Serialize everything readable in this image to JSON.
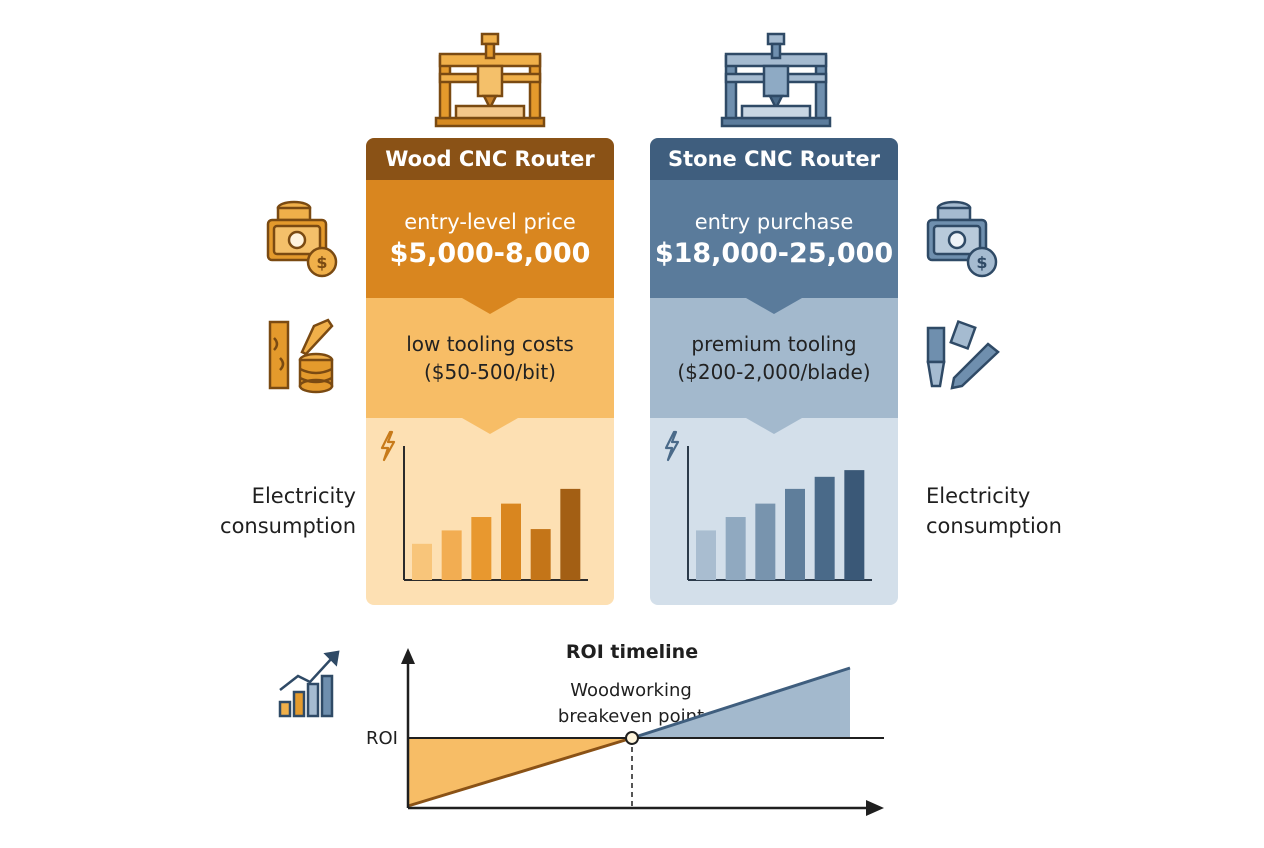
{
  "wood": {
    "title": "Wood CNC Router",
    "price_label": "entry-level price",
    "price_value": "$5,000-8,000",
    "tooling_line1": "low tooling costs",
    "tooling_line2": "($50-500/bit)",
    "electricity_label": "Electricity consumption",
    "colors": {
      "header": "#8a5216",
      "seg1": "#d9861f",
      "seg2": "#f7bd66",
      "seg3": "#fde0b3"
    }
  },
  "stone": {
    "title": "Stone CNC Router",
    "price_label": "entry purchase",
    "price_value": "$18,000-25,000",
    "tooling_line1": "premium tooling",
    "tooling_line2": "($200-2,000/blade)",
    "electricity_label": "Electricity consumption",
    "colors": {
      "header": "#3f5e7e",
      "seg1": "#5a7b9b",
      "seg2": "#a3b9cd",
      "seg3": "#d3dfea"
    }
  },
  "roi": {
    "title": "ROI timeline",
    "y_label": "ROI",
    "annotation_line1": "Woodworking",
    "annotation_line2": "breakeven point"
  },
  "chart_data": [
    {
      "type": "bar",
      "title": "",
      "xlabel": "",
      "ylabel": "",
      "series": [
        {
          "values": [
            0.27,
            0.37,
            0.47,
            0.57,
            0.38,
            0.68
          ]
        }
      ],
      "colors": [
        "#f8c57a",
        "#f2ad52",
        "#e8982f",
        "#d9861f",
        "#c47518",
        "#a35f14"
      ]
    },
    {
      "type": "bar",
      "title": "",
      "xlabel": "",
      "ylabel": "",
      "series": [
        {
          "values": [
            0.37,
            0.47,
            0.57,
            0.68,
            0.77,
            0.82
          ]
        }
      ],
      "colors": [
        "#a9bdd0",
        "#90a9c0",
        "#7894ae",
        "#5f7e9b",
        "#4a6a89",
        "#3a5877"
      ]
    }
  ],
  "icons": {
    "wood_machine": "wood-cnc-machine-icon",
    "stone_machine": "stone-cnc-machine-icon",
    "wood_money": "money-icon",
    "stone_money": "money-icon",
    "wood_tools": "wood-tool-coins-icon",
    "stone_tools": "stone-tooling-icon",
    "lightning": "lightning-icon",
    "roi_growth": "growth-chart-icon"
  }
}
